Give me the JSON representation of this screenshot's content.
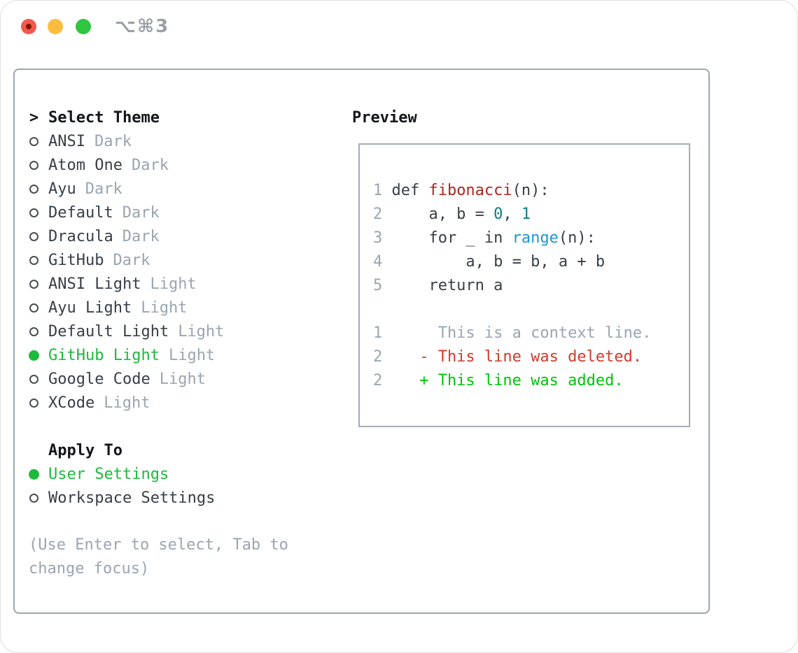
{
  "titlebar": {
    "shortcut_label": "⌥⌘3"
  },
  "colors": {
    "selected_green": "#1db93c",
    "added_green": "#00c40a",
    "deleted_red": "#d23a2c",
    "function_red": "#b0241e",
    "number_teal": "#107d80",
    "builtin_blue": "#1b96d2",
    "muted_gray": "#9aa5b1",
    "text_dark": "#373e47",
    "tl_red": "#f2574c",
    "tl_yellow": "#fcbd3f",
    "tl_green": "#2fc642"
  },
  "panel": {
    "select_theme": {
      "prompt": ">",
      "header": "Select Theme",
      "themes": [
        {
          "name": "ANSI",
          "variant": "Dark",
          "selected": false
        },
        {
          "name": "Atom One",
          "variant": "Dark",
          "selected": false
        },
        {
          "name": "Ayu",
          "variant": "Dark",
          "selected": false
        },
        {
          "name": "Default",
          "variant": "Dark",
          "selected": false
        },
        {
          "name": "Dracula",
          "variant": "Dark",
          "selected": false
        },
        {
          "name": "GitHub",
          "variant": "Dark",
          "selected": false
        },
        {
          "name": "ANSI Light",
          "variant": "Light",
          "selected": false
        },
        {
          "name": "Ayu Light",
          "variant": "Light",
          "selected": false
        },
        {
          "name": "Default Light",
          "variant": "Light",
          "selected": false
        },
        {
          "name": "GitHub Light",
          "variant": "Light",
          "selected": true
        },
        {
          "name": "Google Code",
          "variant": "Light",
          "selected": false
        },
        {
          "name": "XCode",
          "variant": "Light",
          "selected": false
        }
      ]
    },
    "apply_to": {
      "header": "Apply To",
      "options": [
        {
          "label": "User Settings",
          "selected": true
        },
        {
          "label": "Workspace Settings",
          "selected": false
        }
      ]
    },
    "hint_lines": [
      "(Use Enter to select, Tab to",
      "change focus)"
    ],
    "preview": {
      "header": "Preview",
      "lines": [
        {
          "num": "1",
          "segments": [
            {
              "t": "def ",
              "c": "plain"
            },
            {
              "t": "fibonacci",
              "c": "func"
            },
            {
              "t": "(n):",
              "c": "plain"
            }
          ]
        },
        {
          "num": "2",
          "segments": [
            {
              "t": "    a, b = ",
              "c": "plain"
            },
            {
              "t": "0",
              "c": "number"
            },
            {
              "t": ", ",
              "c": "plain"
            },
            {
              "t": "1",
              "c": "number"
            }
          ]
        },
        {
          "num": "3",
          "segments": [
            {
              "t": "    for _ in ",
              "c": "plain"
            },
            {
              "t": "range",
              "c": "builtin"
            },
            {
              "t": "(n):",
              "c": "plain"
            }
          ]
        },
        {
          "num": "4",
          "segments": [
            {
              "t": "        a, b = b, a + b",
              "c": "plain"
            }
          ]
        },
        {
          "num": "5",
          "segments": [
            {
              "t": "    return a",
              "c": "plain"
            }
          ]
        },
        {
          "num": "",
          "segments": []
        },
        {
          "num": "1",
          "segments": [
            {
              "t": "     This is a context line.",
              "c": "context"
            }
          ]
        },
        {
          "num": "2",
          "segments": [
            {
              "t": "   - This line was deleted.",
              "c": "deleted"
            }
          ]
        },
        {
          "num": "2",
          "segments": [
            {
              "t": "   + This line was added.",
              "c": "added"
            }
          ]
        }
      ]
    }
  }
}
